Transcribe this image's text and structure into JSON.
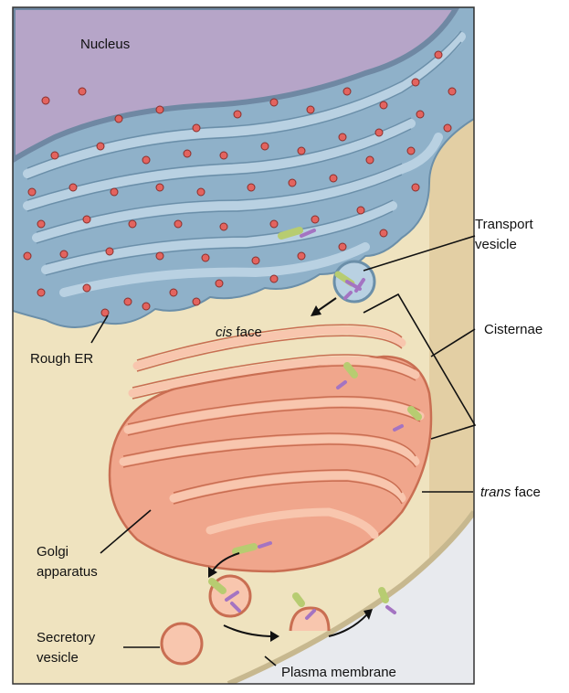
{
  "labels": {
    "nucleus": "Nucleus",
    "transport_vesicle_1": "Transport",
    "transport_vesicle_2": "vesicle",
    "cisternae": "Cisternae",
    "cis_italic": "cis",
    "cis_rest": "face",
    "rough_er": "Rough ER",
    "trans_italic": "trans",
    "trans_rest": "face",
    "golgi_1": "Golgi",
    "golgi_2": "apparatus",
    "secretory_1": "Secretory",
    "secretory_2": "vesicle",
    "plasma_membrane": "Plasma membrane"
  },
  "colors": {
    "cytoplasm": "#efe3bf",
    "cytoplasm_right": "#e3cfa4",
    "extracellular": "#e8eaee",
    "nucleus": "#b6a5c8",
    "nucleus_envelope": "#6f88a3",
    "rough_er": "#8fb1c9",
    "rough_er_lumen": "#b9d1e2",
    "ribosome": "#e3645f",
    "golgi": "#f0a68c",
    "golgi_lumen": "#f8c6ae",
    "golgi_edge": "#c96e52",
    "protein_green": "#b7cc71",
    "protein_purple": "#a474c2"
  }
}
